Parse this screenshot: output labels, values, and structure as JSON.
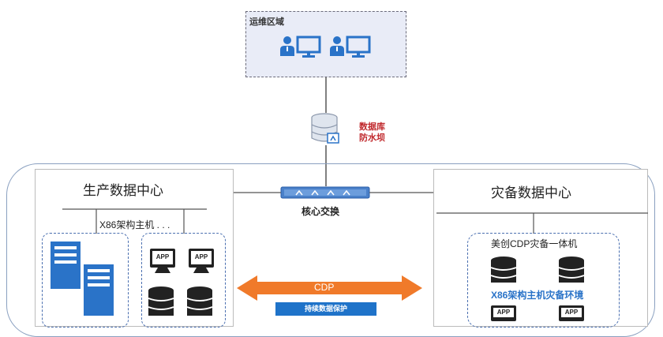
{
  "ops_zone": {
    "label": "运维区域"
  },
  "firewall": {
    "line1": "数据库",
    "line2": "防水坝"
  },
  "core_switch": {
    "label": "核心交换"
  },
  "production_dc": {
    "title": "生产数据中心",
    "x86_label": "X86架构主机 . . .",
    "app_label": "APP"
  },
  "dr_dc": {
    "title": "灾备数据中心",
    "appliance_label": "美创CDP灾备一体机",
    "env_label": "X86架构主机灾备环境",
    "app_label": "APP"
  },
  "replication": {
    "arrow_label": "CDP",
    "protect_label": "持续数据保护"
  },
  "colors": {
    "user_blue": "#2a73c8",
    "firewall_red": "#c0282c",
    "cdp_orange": "#f07a2a",
    "dashed_border": "#4a6fb0"
  }
}
